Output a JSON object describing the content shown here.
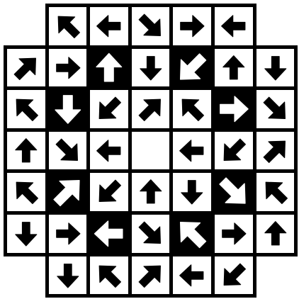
{
  "board": {
    "colors": {
      "white_cell": "#ffffff",
      "black_cell": "#000000",
      "frame": "#000000"
    },
    "rows": [
      {
        "cols": [
          1,
          2,
          3,
          4,
          5
        ],
        "cells": [
          {
            "dir": "up-left",
            "color": "white"
          },
          {
            "dir": "left",
            "color": "white"
          },
          {
            "dir": "down-right",
            "color": "white"
          },
          {
            "dir": "right",
            "color": "white"
          },
          {
            "dir": "left",
            "color": "white"
          }
        ]
      },
      {
        "cols": [
          0,
          1,
          2,
          3,
          4,
          5,
          6
        ],
        "cells": [
          {
            "dir": "up-right",
            "color": "white"
          },
          {
            "dir": "right",
            "color": "white"
          },
          {
            "dir": "up",
            "color": "black"
          },
          {
            "dir": "down",
            "color": "white"
          },
          {
            "dir": "down-left",
            "color": "black"
          },
          {
            "dir": "up",
            "color": "white"
          },
          {
            "dir": "down",
            "color": "white"
          }
        ]
      },
      {
        "cols": [
          0,
          1,
          2,
          3,
          4,
          5,
          6
        ],
        "cells": [
          {
            "dir": "up-left",
            "color": "white"
          },
          {
            "dir": "down",
            "color": "black"
          },
          {
            "dir": "down-left",
            "color": "white"
          },
          {
            "dir": "up-right",
            "color": "white"
          },
          {
            "dir": "up-left",
            "color": "white"
          },
          {
            "dir": "right",
            "color": "black"
          },
          {
            "dir": "down-right",
            "color": "white"
          }
        ]
      },
      {
        "cols": [
          0,
          1,
          2,
          3,
          4,
          5,
          6
        ],
        "cells": [
          {
            "dir": "up",
            "color": "white"
          },
          {
            "dir": "down-right",
            "color": "white"
          },
          {
            "dir": "left",
            "color": "white"
          },
          {
            "dir": "none",
            "color": "white"
          },
          {
            "dir": "left",
            "color": "white"
          },
          {
            "dir": "down-left",
            "color": "white"
          },
          {
            "dir": "up-right",
            "color": "white"
          }
        ]
      },
      {
        "cols": [
          0,
          1,
          2,
          3,
          4,
          5,
          6
        ],
        "cells": [
          {
            "dir": "up-left",
            "color": "white"
          },
          {
            "dir": "up-right",
            "color": "black"
          },
          {
            "dir": "down-left",
            "color": "white"
          },
          {
            "dir": "up",
            "color": "white"
          },
          {
            "dir": "down",
            "color": "white"
          },
          {
            "dir": "down-right",
            "color": "black"
          },
          {
            "dir": "up-left",
            "color": "white"
          }
        ]
      },
      {
        "cols": [
          0,
          1,
          2,
          3,
          4,
          5,
          6
        ],
        "cells": [
          {
            "dir": "down",
            "color": "white"
          },
          {
            "dir": "right",
            "color": "white"
          },
          {
            "dir": "left",
            "color": "black"
          },
          {
            "dir": "down-right",
            "color": "white"
          },
          {
            "dir": "up-left",
            "color": "black"
          },
          {
            "dir": "right",
            "color": "white"
          },
          {
            "dir": "up",
            "color": "white"
          }
        ]
      },
      {
        "cols": [
          1,
          2,
          3,
          4,
          5
        ],
        "cells": [
          {
            "dir": "down",
            "color": "white"
          },
          {
            "dir": "up-left",
            "color": "white"
          },
          {
            "dir": "up-right",
            "color": "white"
          },
          {
            "dir": "left",
            "color": "white"
          },
          {
            "dir": "down-left",
            "color": "white"
          }
        ]
      }
    ]
  }
}
